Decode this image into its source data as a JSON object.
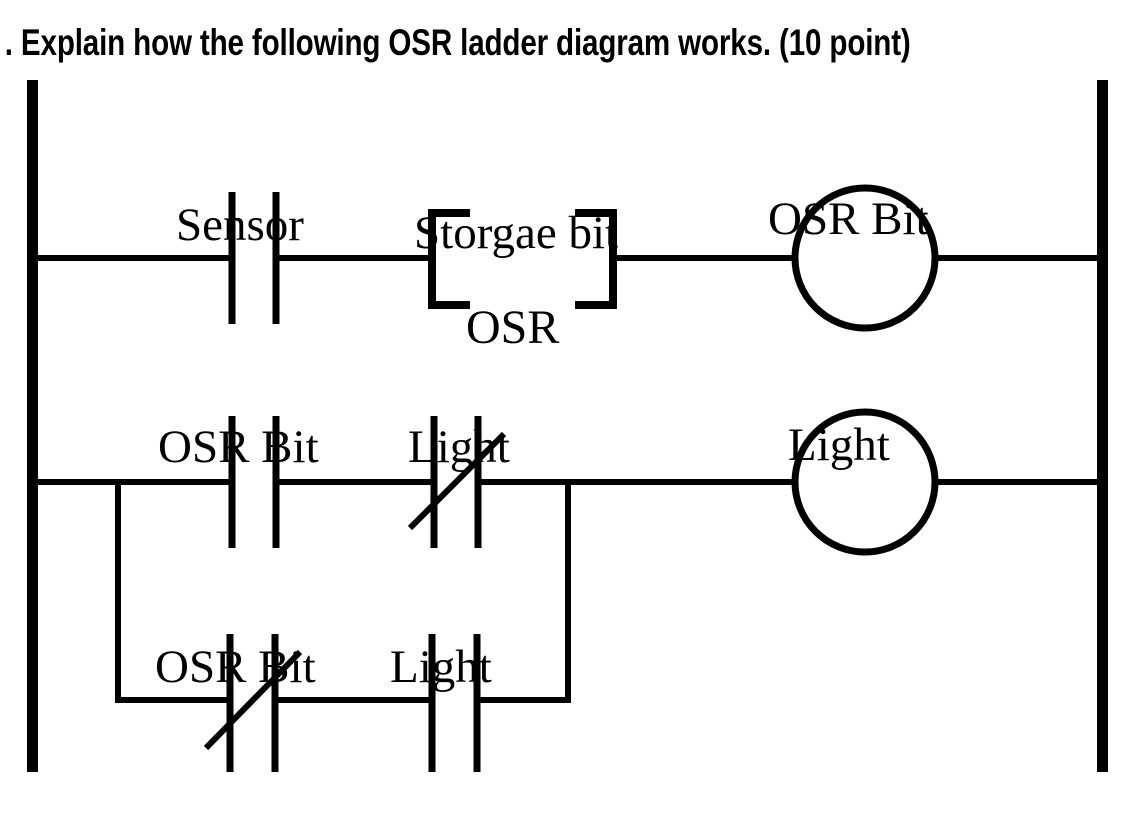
{
  "question": {
    "text": ". Explain how the following OSR ladder diagram works. (10 point)",
    "points": "10 point"
  },
  "diagram": {
    "type": "plc-ladder-diagram",
    "title": "OSR ladder diagram",
    "stroke_color": "#000000",
    "background_color": "#ffffff",
    "rails": {
      "left_label": "left-power-rail",
      "right_label": "right-power-rail"
    },
    "rungs": [
      {
        "id": "rung-1",
        "elements": [
          {
            "kind": "contact-no",
            "label": "Sensor"
          },
          {
            "kind": "instruction-box",
            "label": "Storgae bit",
            "text": "OSR"
          },
          {
            "kind": "coil",
            "label": "OSR Bit"
          }
        ]
      },
      {
        "id": "rung-2",
        "elements": [
          {
            "kind": "contact-no",
            "label": "OSR Bit"
          },
          {
            "kind": "contact-nc",
            "label": "Light"
          },
          {
            "kind": "coil",
            "label": "Light"
          }
        ],
        "parallel_branch": {
          "id": "rung-3",
          "elements": [
            {
              "kind": "contact-nc",
              "label": "OSR Bit"
            },
            {
              "kind": "contact-no",
              "label": "Light"
            }
          ]
        }
      }
    ],
    "labels": {
      "sensor": "Sensor",
      "storage_bit": "Storgae bit",
      "osr_instruction": "OSR",
      "osr_bit_coil": "OSR Bit",
      "r2_osr_bit": "OSR Bit",
      "r2_light": "Light",
      "light_coil": "Light",
      "r3_osr_bit": "OSR Bit",
      "r3_light": "Light"
    }
  }
}
